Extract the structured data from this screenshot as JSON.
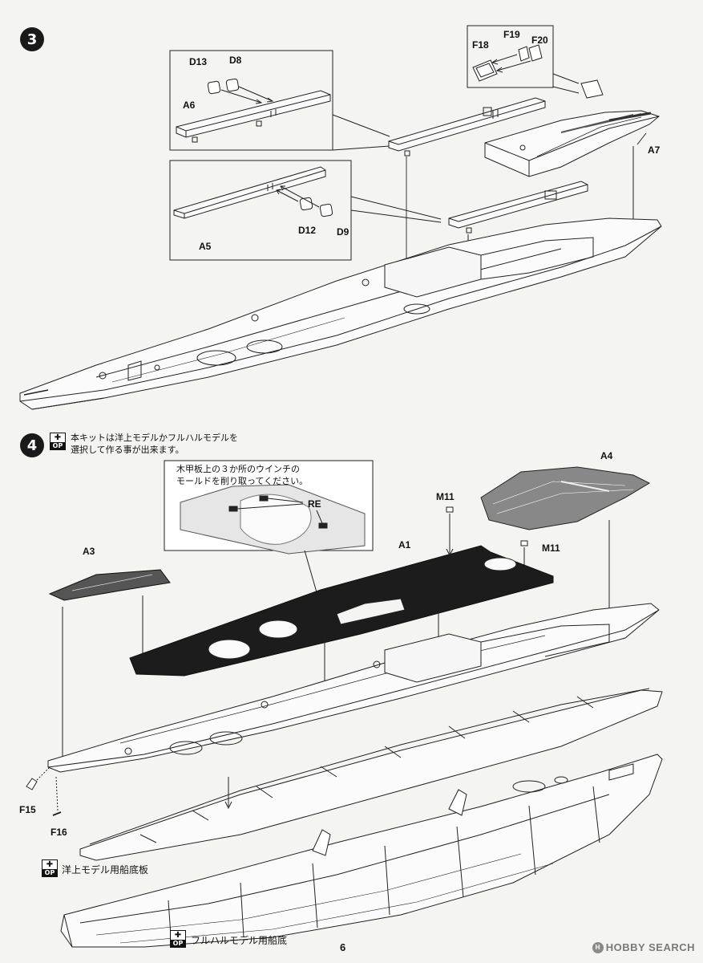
{
  "step3": {
    "number": "3",
    "labels": {
      "d13": "D13",
      "d8": "D8",
      "a6": "A6",
      "f18": "F18",
      "f19": "F19",
      "f20": "F20",
      "a7": "A7",
      "a5": "A5",
      "d12": "D12",
      "d9": "D9"
    }
  },
  "step4": {
    "number": "4",
    "op_mark": "✚",
    "op_text": "OP",
    "instruction_line1": "本キットは洋上モデルかフルハルモデルを",
    "instruction_line2": "選択して作る事が出来ます。",
    "callout_line1": "木甲板上の３か所のウインチの",
    "callout_line2": "モールドを削り取ってください。",
    "labels": {
      "re": "RE",
      "a4": "A4",
      "m11_top": "M11",
      "m11_right": "M11",
      "a1": "A1",
      "a3": "A3",
      "f15": "F15",
      "f16": "F16"
    },
    "caption_waterline": "洋上モデル用船底板",
    "caption_fullhull": "フルハルモデル用船底"
  },
  "footer": {
    "page_number": "6",
    "watermark_logo": "H",
    "watermark_text": "HOBBY SEARCH"
  }
}
